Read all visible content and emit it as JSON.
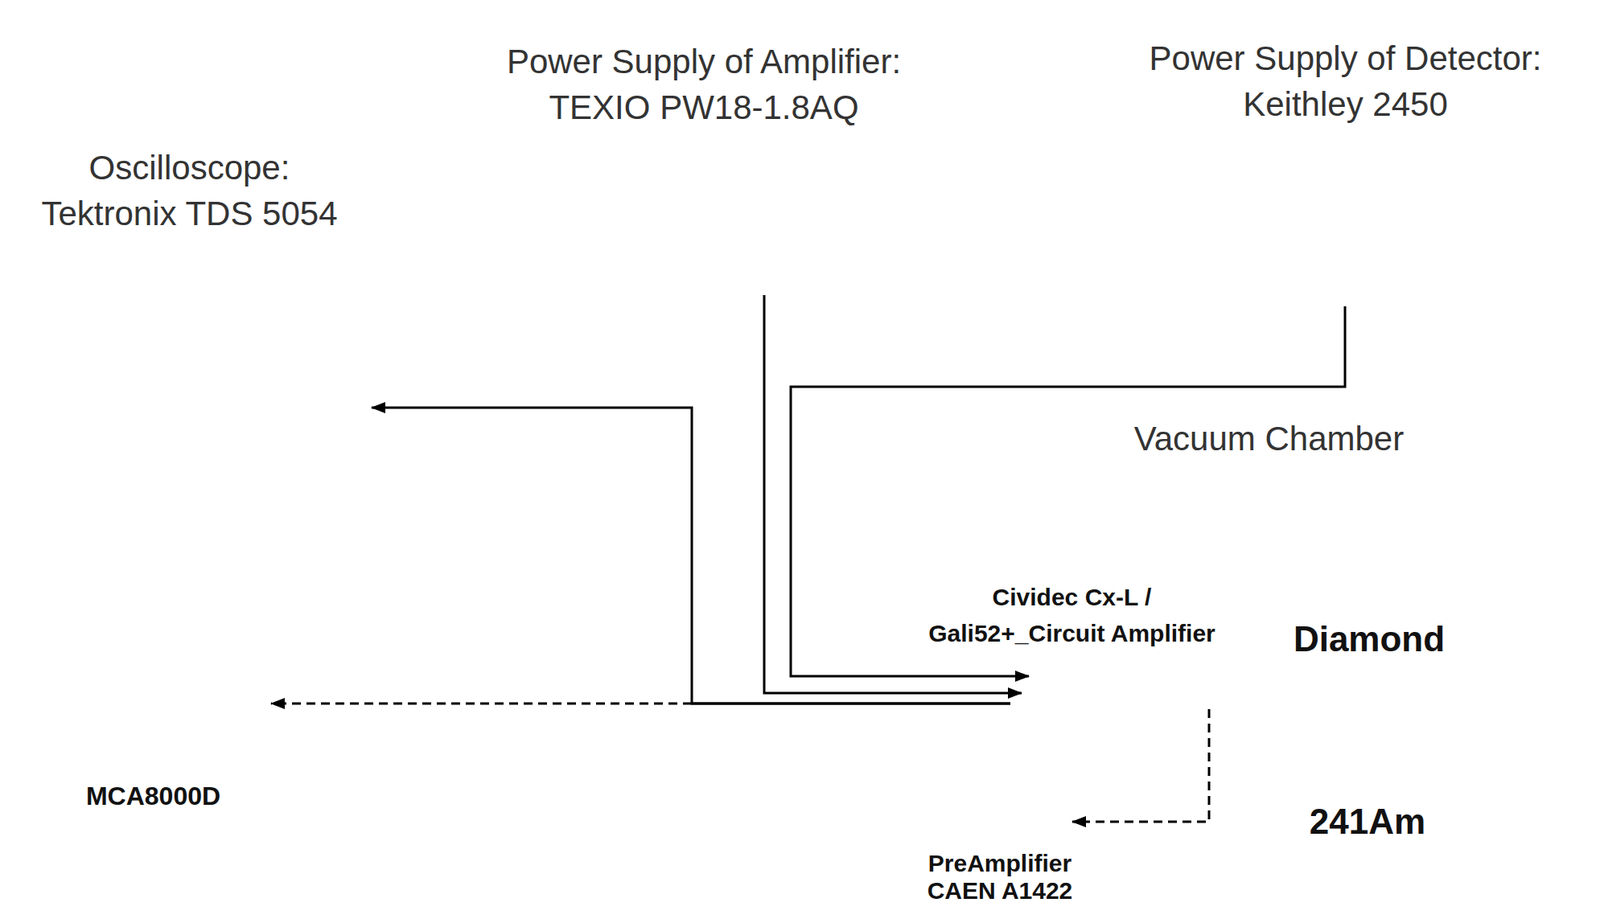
{
  "diagram": {
    "nodes": [
      {
        "text": [
          "Oscilloscope: Tektronix TDS 5054"
        ]
      },
      {
        "text": [
          "Power Supply of Amplifier: TEXIO PW18-1.8AQ"
        ]
      },
      {
        "text": [
          "Power Supply of Detector: Keithley 2450"
        ]
      },
      {
        "text": [
          "Vacuum Chamber"
        ]
      },
      {
        "text": [
          "Cividec Cx-L / Gali52+_Circuit Amplifier"
        ],
        "in": 3
      },
      {
        "text": [
          "Diamond"
        ],
        "in": 3
      },
      {
        "text": [
          "241Am"
        ],
        "in": 3
      },
      {
        "text": [
          "PreAmplifier CAEN A1422"
        ],
        "in": 3
      },
      {
        "text": [
          "MCA8000D"
        ]
      }
    ],
    "edges": [
      {
        "from": 4,
        "to": 0,
        "arrow": "to"
      },
      {
        "from": 4,
        "to": 8,
        "arrow": "to"
      },
      {
        "from": 1,
        "to": 4,
        "arrow": "to"
      },
      {
        "from": 2,
        "to": 4,
        "arrow": "to"
      },
      {
        "from": 4,
        "to": 7,
        "arrow": "to"
      }
    ]
  }
}
